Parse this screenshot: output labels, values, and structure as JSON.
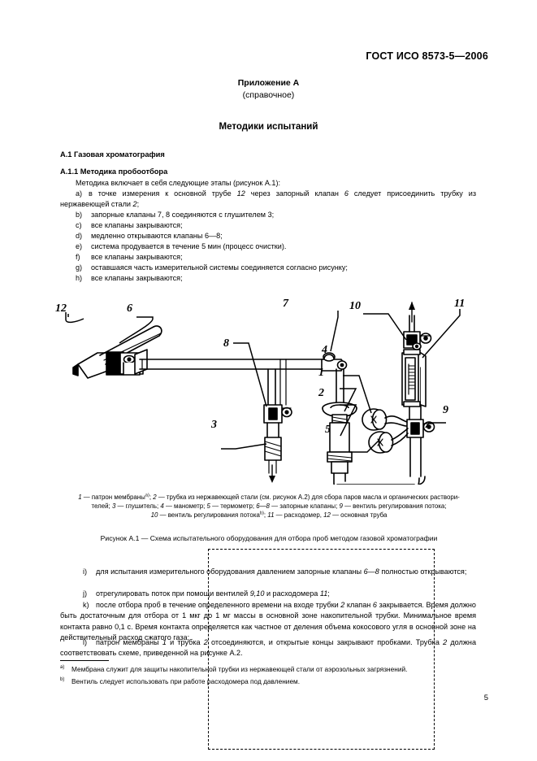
{
  "document": {
    "header_standard": "ГОСТ ИСО 8573-5—2006",
    "annex_title": "Приложение А",
    "annex_subtitle": "(справочное)",
    "main_title": "Методики испытаний",
    "page_number": "5"
  },
  "sections": {
    "a1_heading": "А.1  Газовая хроматография",
    "a11_heading": "А.1.1  Методика пробоотбора",
    "intro": "Методика включает в себя следующие этапы (рисунок А.1):"
  },
  "steps_first": [
    {
      "label": "a)",
      "text_before": "в точке измерения к основной трубе ",
      "italic1": "12",
      "text_mid": " через запорный клапан ",
      "italic2": "6",
      "text_after": " следует присоединить трубку из нержавеющей стали ",
      "italic3": "2",
      "tail": ";"
    },
    {
      "label": "b)",
      "text": "запорные клапаны 7, 8 соединяются с глушителем 3;"
    },
    {
      "label": "c)",
      "text": "все клапаны закрываются;"
    },
    {
      "label": "d)",
      "text": "медленно открываются клапаны 6—8;"
    },
    {
      "label": "e)",
      "text": "система продувается в течение 5 мин (процесс очистки)."
    },
    {
      "label": "f)",
      "text": "все клапаны закрываются;"
    },
    {
      "label": "g)",
      "text": "оставшаяся часть измерительной системы соединяется согласно рисунку;"
    },
    {
      "label": "h)",
      "text": "все клапаны закрываются;"
    }
  ],
  "figure": {
    "callouts": [
      "12",
      "6",
      "7",
      "10",
      "11",
      "8",
      "4",
      "1",
      "2",
      "3",
      "5",
      "9"
    ],
    "legend_line1": "1 — патрон мембраныa); 2 —  трубка из нержавеющей стали (см. рисунок А.2) для сбора паров масла и органических  раствори-",
    "legend_line2": "телей; 3 — глушитель; 4 — манометр; 5 — термометр; 6—8  —  запорные клапаны; 9 — вентиль регулирования потока;",
    "legend_line3": "10 — вентиль регулирования потокаb); 11 — расходомер, 12 — основная труба",
    "caption": "Рисунок А.1 —  Схема испытательного оборудования для отбора проб методом газовой хроматографии"
  },
  "steps_second": {
    "i_label": "i)",
    "i_text": "для  испытания  измерительного  оборудования давлением  запорные  клапаны  6—8 полностью  открываются;",
    "j_label": "j)",
    "j_text": "отрегулировать поток при помощи вентилей 9,10 и расходомера 11;",
    "k_label": "k)",
    "k_text": "после   отбора проб в течение  определенного  времени  на  входе  трубки 2 клапан 6  закрывается.  Время должно быть достаточным для отбора от 1 мкг до 1 мг массы в основной зоне накопительной трубки. Минимальное время контакта равно 0,1 с. Время контакта определяется как частное от деления объема кокосового угля в основной зоне на действительный расход сжатого газа;",
    "l_label": "l)",
    "l_text": "патрон мембраны 1 и трубка 2 отсоединяются, и открытые концы закрывают пробками. Трубка 2 должна соответствовать схеме, приведенной на рисунке А.2."
  },
  "footnotes": [
    {
      "marker": "a)",
      "text": "Мембрана служит для защиты накопительной трубки из нержавеющей стали от аэрозольных загрязнений."
    },
    {
      "marker": "b)",
      "text": "Вентиль следует использовать при работе расходомера под давлением."
    }
  ]
}
